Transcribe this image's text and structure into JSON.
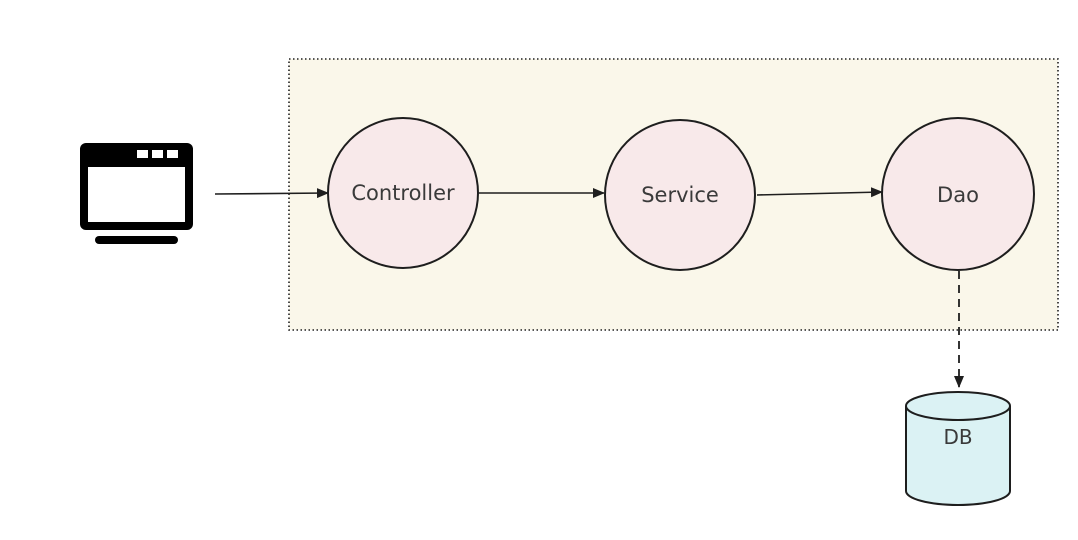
{
  "diagram": {
    "nodes": {
      "controller": {
        "label": "Controller"
      },
      "service": {
        "label": "Service"
      },
      "dao": {
        "label": "Dao"
      },
      "db": {
        "label": "DB"
      }
    },
    "edges": [
      {
        "from": "client",
        "to": "controller",
        "style": "solid"
      },
      {
        "from": "controller",
        "to": "service",
        "style": "solid"
      },
      {
        "from": "service",
        "to": "dao",
        "style": "solid"
      },
      {
        "from": "dao",
        "to": "db",
        "style": "dashed"
      }
    ],
    "icons": {
      "client": "browser-window-icon"
    },
    "colors": {
      "container_fill": "#faf7ea",
      "node_fill": "#f8e9ea",
      "db_fill": "#dbf2f4",
      "stroke": "#1e1e1e"
    }
  }
}
